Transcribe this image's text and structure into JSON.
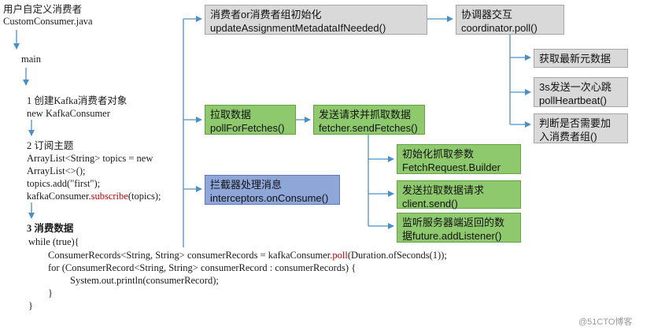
{
  "left": {
    "title_line1": "用户自定义消费者",
    "title_line2": "CustomConsumer.java",
    "main": "main",
    "step1_title": "1 创建Kafka消费者对象",
    "step1_code": "new KafkaConsumer",
    "step2_title": "2 订阅主题",
    "step2_code1": "ArrayList<String> topics = new",
    "step2_code2": "ArrayList<>();",
    "step2_code3": "topics.add(\"first\");",
    "step2_code4_pre": "kafkaConsumer.",
    "step2_code4_red": "subscribe",
    "step2_code4_post": "(topics);",
    "step3_title": "3 消费数据",
    "loop1": "while (true){",
    "loop2_pre": "ConsumerRecords<String, String> consumerRecords = kafkaConsumer.",
    "loop2_red": "poll",
    "loop2_post": "(Duration.ofSeconds(1));",
    "loop3": "for (ConsumerRecord<String, String> consumerRecord : consumerRecords) {",
    "loop4": "System.out.println(consumerRecord);",
    "loop5": "}",
    "loop6": "}"
  },
  "boxes": {
    "init_l1": "消费者or消费者组初始化",
    "init_l2": "updateAssignmentMetadataIfNeeded()",
    "coord_l1": "协调器交互",
    "coord_l2": "coordinator.poll()",
    "meta": "获取最新元数据",
    "hb_l1": "3s发送一次心跳",
    "hb_l2": "pollHeartbeat()",
    "join_l1": "判断是否需要加",
    "join_l2": "入消费者组()",
    "pull_l1": "拉取数据",
    "pull_l2": "pollForFetches()",
    "send_l1": "发送请求并抓取数据",
    "send_l2": "fetcher.sendFetches()",
    "fetchinit_l1": "初始化抓取参数",
    "fetchinit_l2": "FetchRequest.Builder",
    "clientsend_l1": "发送拉取数据请求",
    "clientsend_l2": "client.send()",
    "listen_l1": "监听服务器端返回的数",
    "listen_l2": "据future.addListener()",
    "intercept_l1": "拦截器处理消息",
    "intercept_l2": "interceptors.onConsume()"
  },
  "watermark": "@51CTO博客"
}
